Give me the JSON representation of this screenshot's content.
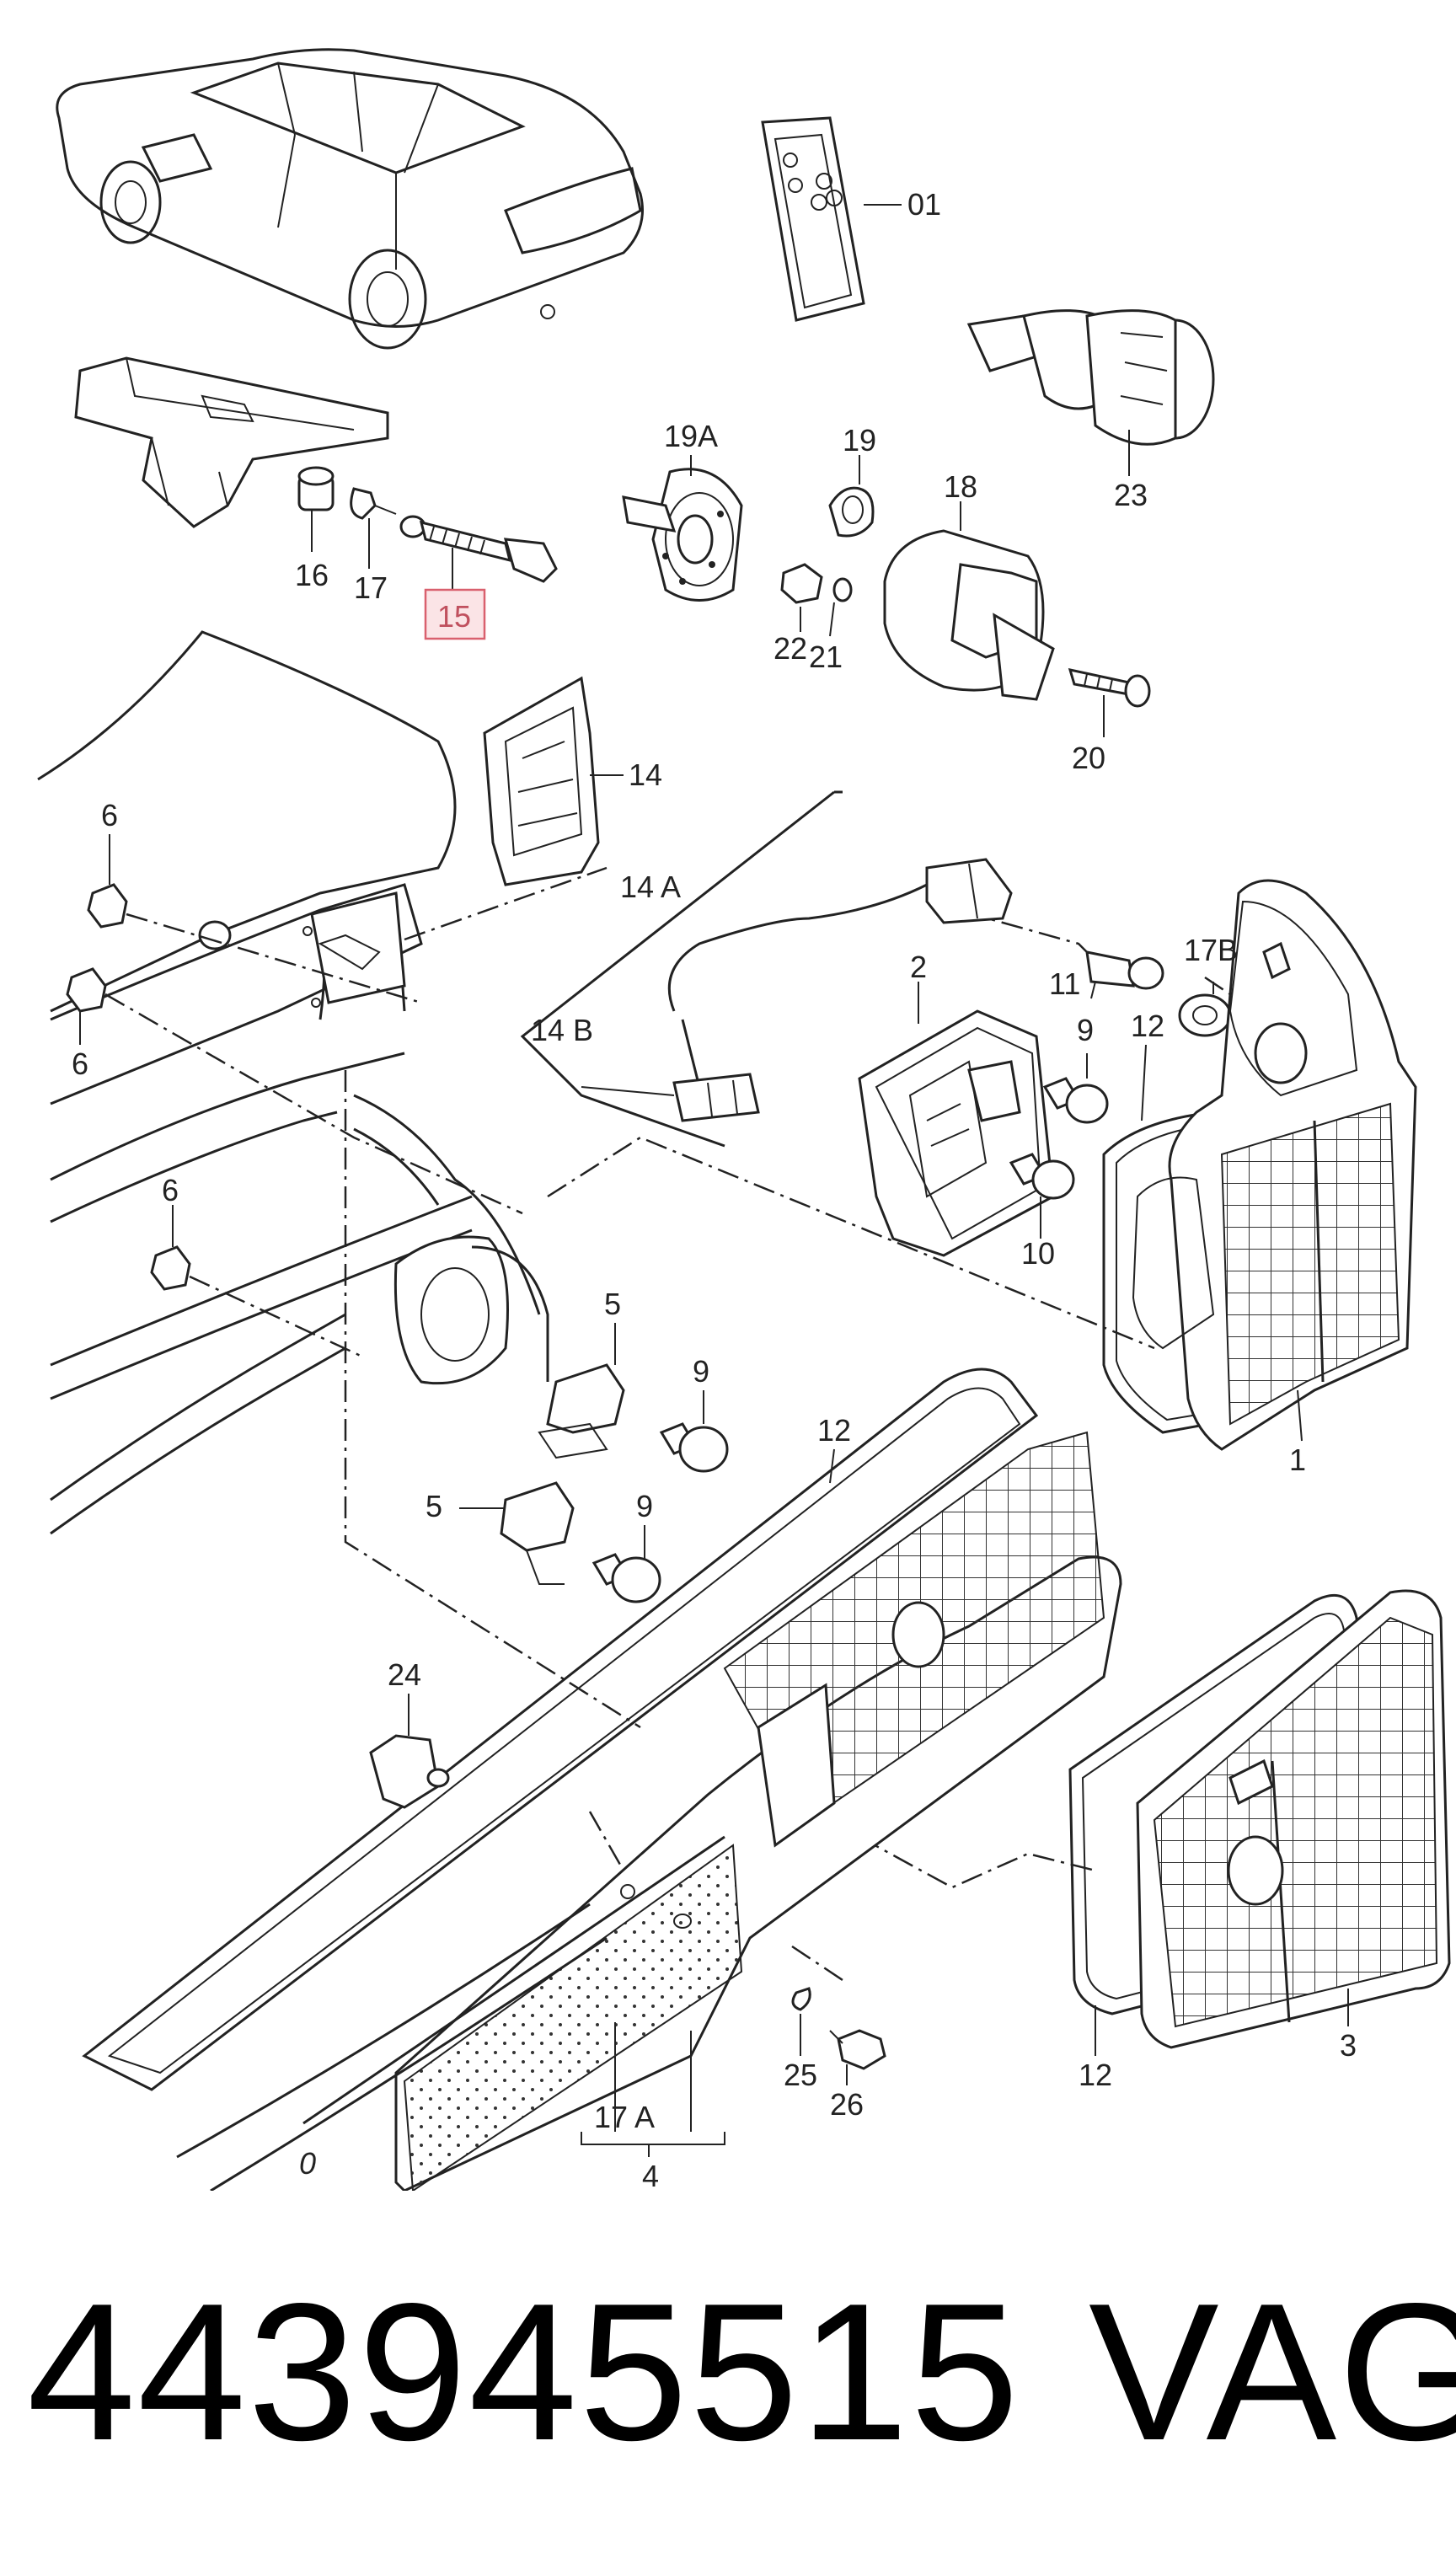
{
  "callouts": {
    "c01": "01",
    "c23": "23",
    "c19a": "19A",
    "c19": "19",
    "c18": "18",
    "c16": "16",
    "c17": "17",
    "c15": "15",
    "c22": "22",
    "c21": "21",
    "c20": "20",
    "c14": "14",
    "c14a": "14 A",
    "c14b": "14 B",
    "c6a": "6",
    "c6b": "6",
    "c6c": "6",
    "c2": "2",
    "c11": "11",
    "c17b": "17B",
    "c9a": "9",
    "c12a": "12",
    "c10": "10",
    "c1": "1",
    "c5a": "5",
    "c9b": "9",
    "c12b": "12",
    "c5b": "5",
    "c9c": "9",
    "c24": "24",
    "c25": "25",
    "c26": "26",
    "c17a": "17 A",
    "c4": "4",
    "c0": "0",
    "c12c": "12",
    "c3": "3"
  },
  "highlight": {
    "part": "15",
    "color": "#d9606e"
  },
  "footer": {
    "part_number": "443945515",
    "brand": "VAG"
  }
}
